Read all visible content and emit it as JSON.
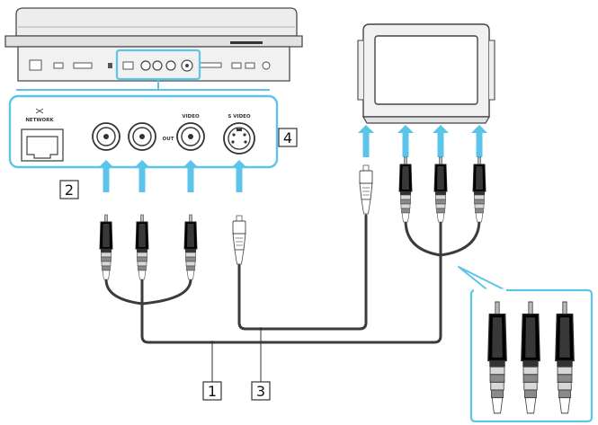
{
  "callouts": {
    "one": "1",
    "two": "2",
    "three": "3",
    "four": "4"
  },
  "port_labels": {
    "network": "NETWORK",
    "out": "OUT",
    "video": "VIDEO",
    "s_video": "S VIDEO"
  },
  "plug_colors": {
    "red": "#d0121b",
    "white": "#e9e9e9",
    "yellow": "#f2d200"
  },
  "accent_color": "#5bc4e8",
  "icons": [
    "laptop-icon",
    "tv-monitor-icon",
    "network-port-icon",
    "rca-jack-icon",
    "s-video-port-icon",
    "rca-plug-icon",
    "s-video-plug-icon",
    "up-arrow-icon"
  ]
}
